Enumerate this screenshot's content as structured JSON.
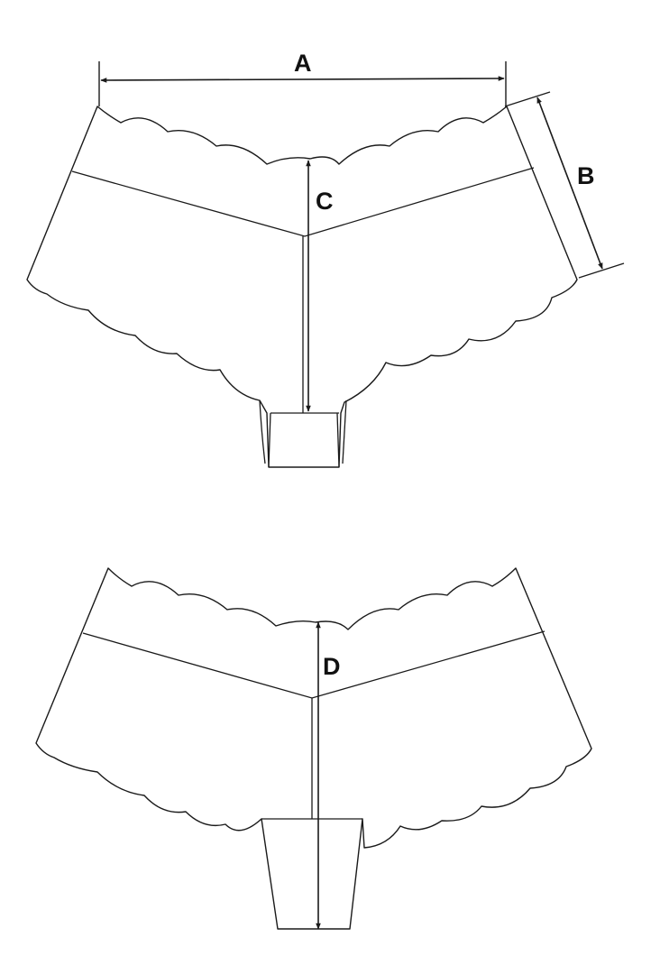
{
  "diagram": {
    "labels": {
      "a": "A",
      "b": "B",
      "c": "C",
      "d": "D"
    },
    "colors": {
      "line": "#1a1a1a",
      "background": "#ffffff"
    }
  }
}
